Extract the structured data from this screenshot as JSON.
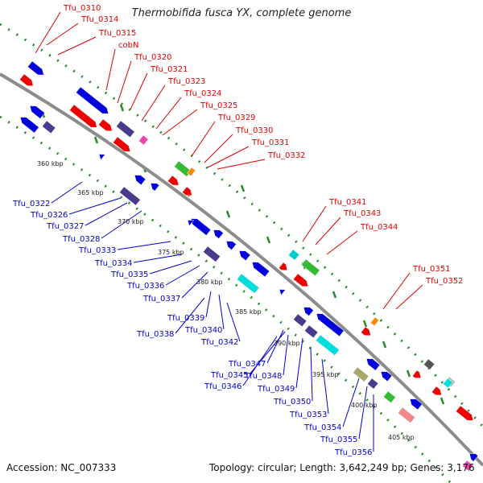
{
  "title": "Thermobifida fusca YX, complete genome",
  "footer": {
    "accession": "Accession: NC_007333",
    "summary": "Topology: circular; Length: 3,642,249 bp; Genes: 3,176"
  },
  "colors": {
    "forward_label": "#e00000",
    "reverse_label": "#0000d0",
    "backbone": "#909090",
    "dots": "#2a8a2a"
  },
  "kbp_labels": [
    "360 kbp",
    "365 kbp",
    "370 kbp",
    "375 kbp",
    "380 kbp",
    "385 kbp",
    "390 kbp",
    "395 kbp",
    "400 kbp",
    "405 kbp"
  ],
  "top_labels": [
    "Tfu_0310",
    "Tfu_0314",
    "Tfu_0315",
    "cobN",
    "Tfu_0320",
    "Tfu_0321",
    "Tfu_0323",
    "Tfu_0324",
    "Tfu_0325",
    "Tfu_0329",
    "Tfu_0330",
    "Tfu_0331",
    "Tfu_0332",
    "Tfu_0341",
    "Tfu_0343",
    "Tfu_0344",
    "Tfu_0351",
    "Tfu_0352"
  ],
  "bottom_labels": [
    "Tfu_0322",
    "Tfu_0326",
    "Tfu_0327",
    "Tfu_0328",
    "Tfu_0333",
    "Tfu_0334",
    "Tfu_0335",
    "Tfu_0336",
    "Tfu_0337",
    "Tfu_0339",
    "Tfu_0338",
    "Tfu_0340",
    "Tfu_0342",
    "Tfu_0347",
    "Tfu_0345",
    "Tfu_0348",
    "Tfu_0346",
    "Tfu_0349",
    "Tfu_0350",
    "Tfu_0353",
    "Tfu_0354",
    "Tfu_0355",
    "Tfu_0356"
  ]
}
